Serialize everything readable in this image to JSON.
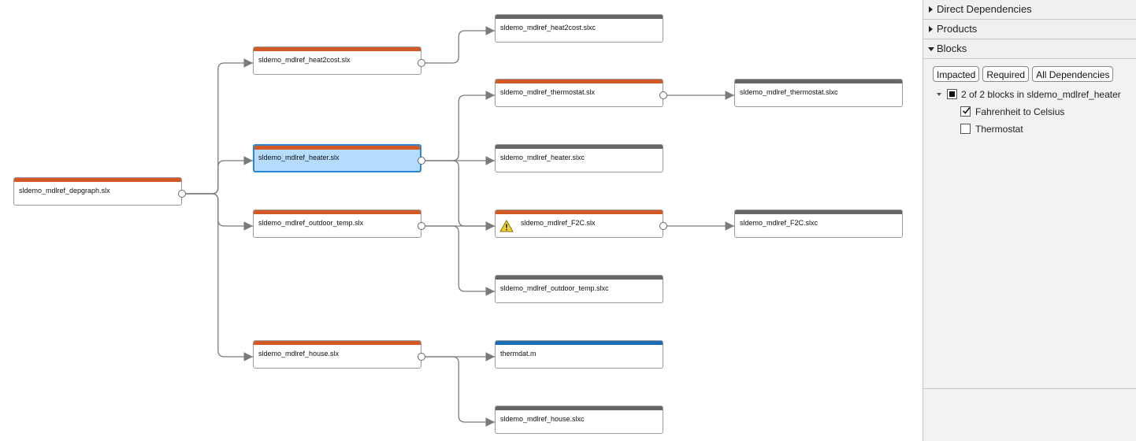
{
  "colors": {
    "model": "#d35a25",
    "generated": "#666666",
    "file": "#1a6cb5",
    "selected_fill": "#b5dcff",
    "selected_border": "#2a86d6",
    "edge": "#7a7a7a"
  },
  "graph": {
    "nodes": [
      {
        "id": "n_depgraph",
        "label": "sldemo_mdlref_depgraph.slx",
        "kind": "model"
      },
      {
        "id": "n_heat2cost",
        "label": "sldemo_mdlref_heat2cost.slx",
        "kind": "model"
      },
      {
        "id": "n_heater",
        "label": "sldemo_mdlref_heater.slx",
        "kind": "model",
        "selected": true
      },
      {
        "id": "n_outdoor",
        "label": "sldemo_mdlref_outdoor_temp.slx",
        "kind": "model"
      },
      {
        "id": "n_house",
        "label": "sldemo_mdlref_house.slx",
        "kind": "model"
      },
      {
        "id": "n_heat2cost_slxc",
        "label": "sldemo_mdlref_heat2cost.slxc",
        "kind": "generated"
      },
      {
        "id": "n_thermostat",
        "label": "sldemo_mdlref_thermostat.slx",
        "kind": "model"
      },
      {
        "id": "n_heater_slxc",
        "label": "sldemo_mdlref_heater.slxc",
        "kind": "generated"
      },
      {
        "id": "n_f2c",
        "label": "sldemo_mdlref_F2C.slx",
        "kind": "model",
        "warning": true
      },
      {
        "id": "n_outdoor_slxc",
        "label": "sldemo_mdlref_outdoor_temp.slxc",
        "kind": "generated"
      },
      {
        "id": "n_thermdat",
        "label": "thermdat.m",
        "kind": "file"
      },
      {
        "id": "n_house_slxc",
        "label": "sldemo_mdlref_house.slxc",
        "kind": "generated"
      },
      {
        "id": "n_thermostat_slxc",
        "label": "sldemo_mdlref_thermostat.slxc",
        "kind": "generated"
      },
      {
        "id": "n_f2c_slxc",
        "label": "sldemo_mdlref_F2C.slxc",
        "kind": "generated"
      }
    ],
    "edges": [
      [
        "n_depgraph",
        "n_heat2cost"
      ],
      [
        "n_depgraph",
        "n_heater"
      ],
      [
        "n_depgraph",
        "n_outdoor"
      ],
      [
        "n_depgraph",
        "n_house"
      ],
      [
        "n_heat2cost",
        "n_heat2cost_slxc"
      ],
      [
        "n_heater",
        "n_thermostat"
      ],
      [
        "n_heater",
        "n_heater_slxc"
      ],
      [
        "n_heater",
        "n_f2c"
      ],
      [
        "n_outdoor",
        "n_f2c"
      ],
      [
        "n_outdoor",
        "n_outdoor_slxc"
      ],
      [
        "n_house",
        "n_thermdat"
      ],
      [
        "n_house",
        "n_house_slxc"
      ],
      [
        "n_thermostat",
        "n_thermostat_slxc"
      ],
      [
        "n_f2c",
        "n_f2c_slxc"
      ]
    ]
  },
  "panel": {
    "sections": {
      "direct_dependencies": "Direct Dependencies",
      "products": "Products",
      "blocks": "Blocks"
    },
    "buttons": {
      "impacted": "Impacted",
      "required": "Required",
      "all": "All Dependencies"
    },
    "tree": {
      "root": "2 of 2 blocks in sldemo_mdlref_heater",
      "items": [
        {
          "label": "Fahrenheit to Celsius",
          "checked": true
        },
        {
          "label": "Thermostat",
          "checked": false
        }
      ]
    }
  }
}
